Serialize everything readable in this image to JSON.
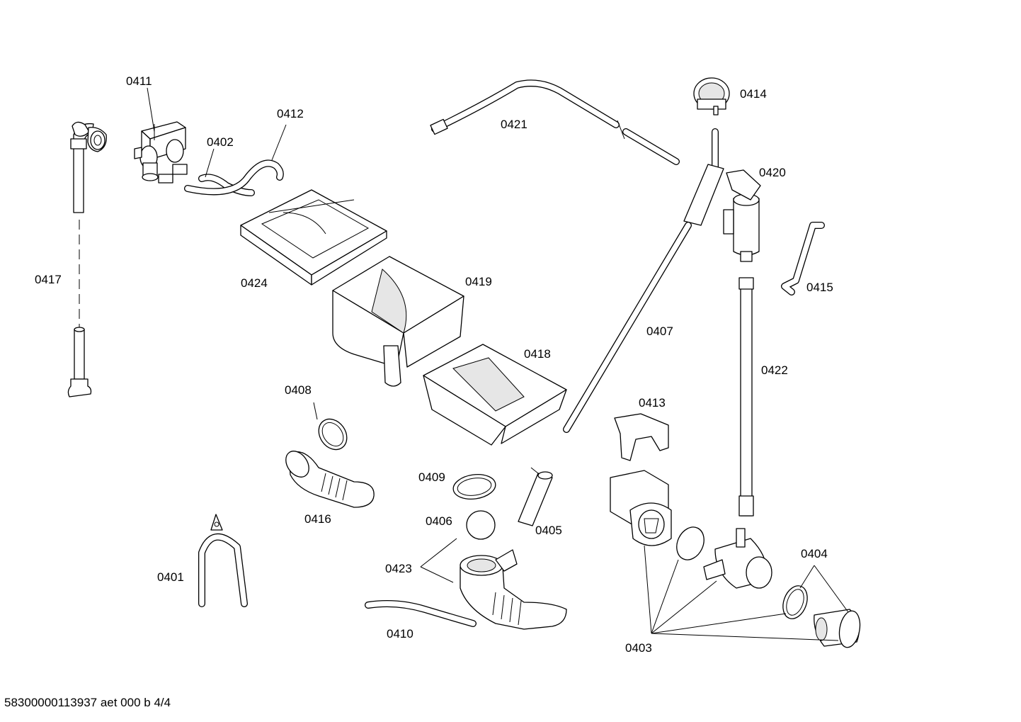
{
  "diagram": {
    "labels": {
      "p0411": "0411",
      "p0412": "0412",
      "p0402": "0402",
      "p0421": "0421",
      "p0414": "0414",
      "p0420": "0420",
      "p0417": "0417",
      "p0424": "0424",
      "p0419": "0419",
      "p0415": "0415",
      "p0407": "0407",
      "p0418": "0418",
      "p0422": "0422",
      "p0408": "0408",
      "p0413": "0413",
      "p0409": "0409",
      "p0416": "0416",
      "p0406": "0406",
      "p0405": "0405",
      "p0404": "0404",
      "p0423": "0423",
      "p0401": "0401",
      "p0410": "0410",
      "p0403": "0403"
    },
    "footer": "58300000113937 aet 000 b 4/4"
  }
}
